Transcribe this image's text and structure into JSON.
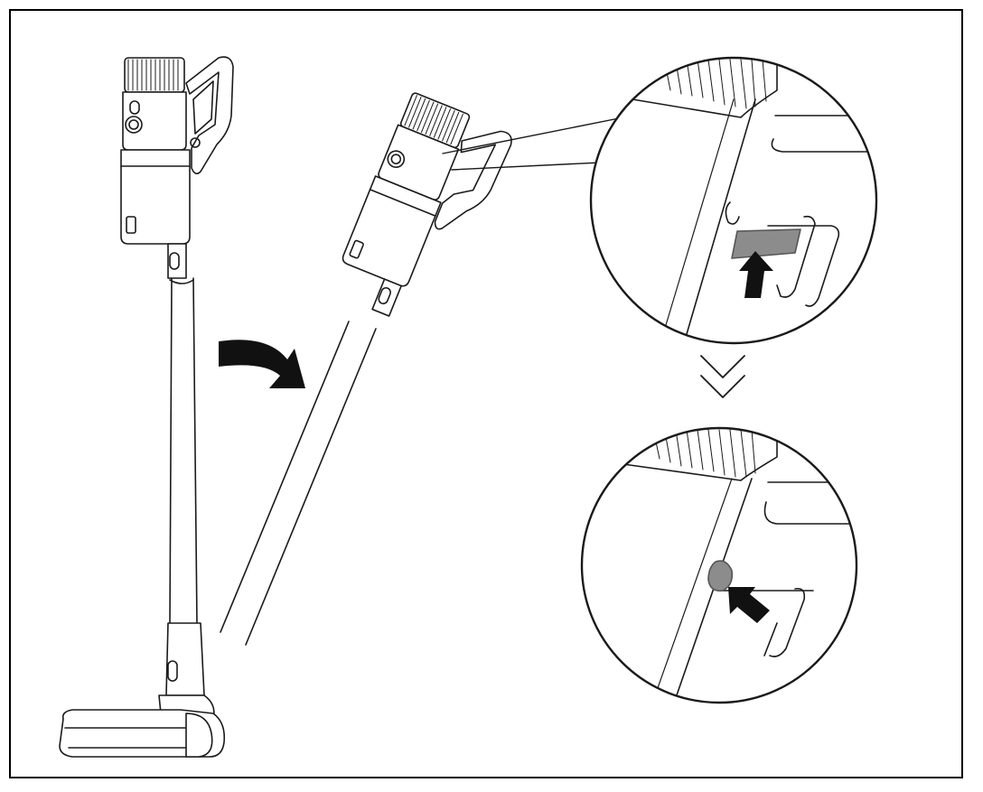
{
  "figure": {
    "stroke": "#1a1a1a",
    "fill": "#ffffff",
    "highlight": "#8c8c8c",
    "arrow_fill": "#111111",
    "elements": [
      "vacuum-upright-view",
      "rotate-arrow-icon",
      "vacuum-tilted-view",
      "callout-zoom-circle-top",
      "press-arrow-icon",
      "double-chevron-down-icon",
      "callout-zoom-circle-bottom"
    ]
  }
}
